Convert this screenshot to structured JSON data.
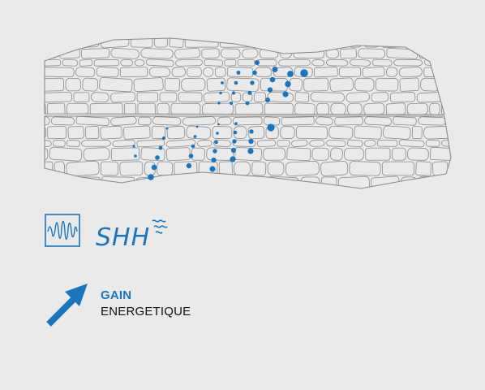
{
  "colors": {
    "background": "#ebeaeb",
    "accent": "#1b75bc",
    "wall_lines": "#8a8a8a",
    "text_dark": "#111111"
  },
  "legend": {
    "wave_icon": "waveform-icon",
    "shh_logo_text": "SHH"
  },
  "gain": {
    "icon": "arrow-up-right-icon",
    "title": "GAIN",
    "subtitle": "ENERGETIQUE"
  }
}
